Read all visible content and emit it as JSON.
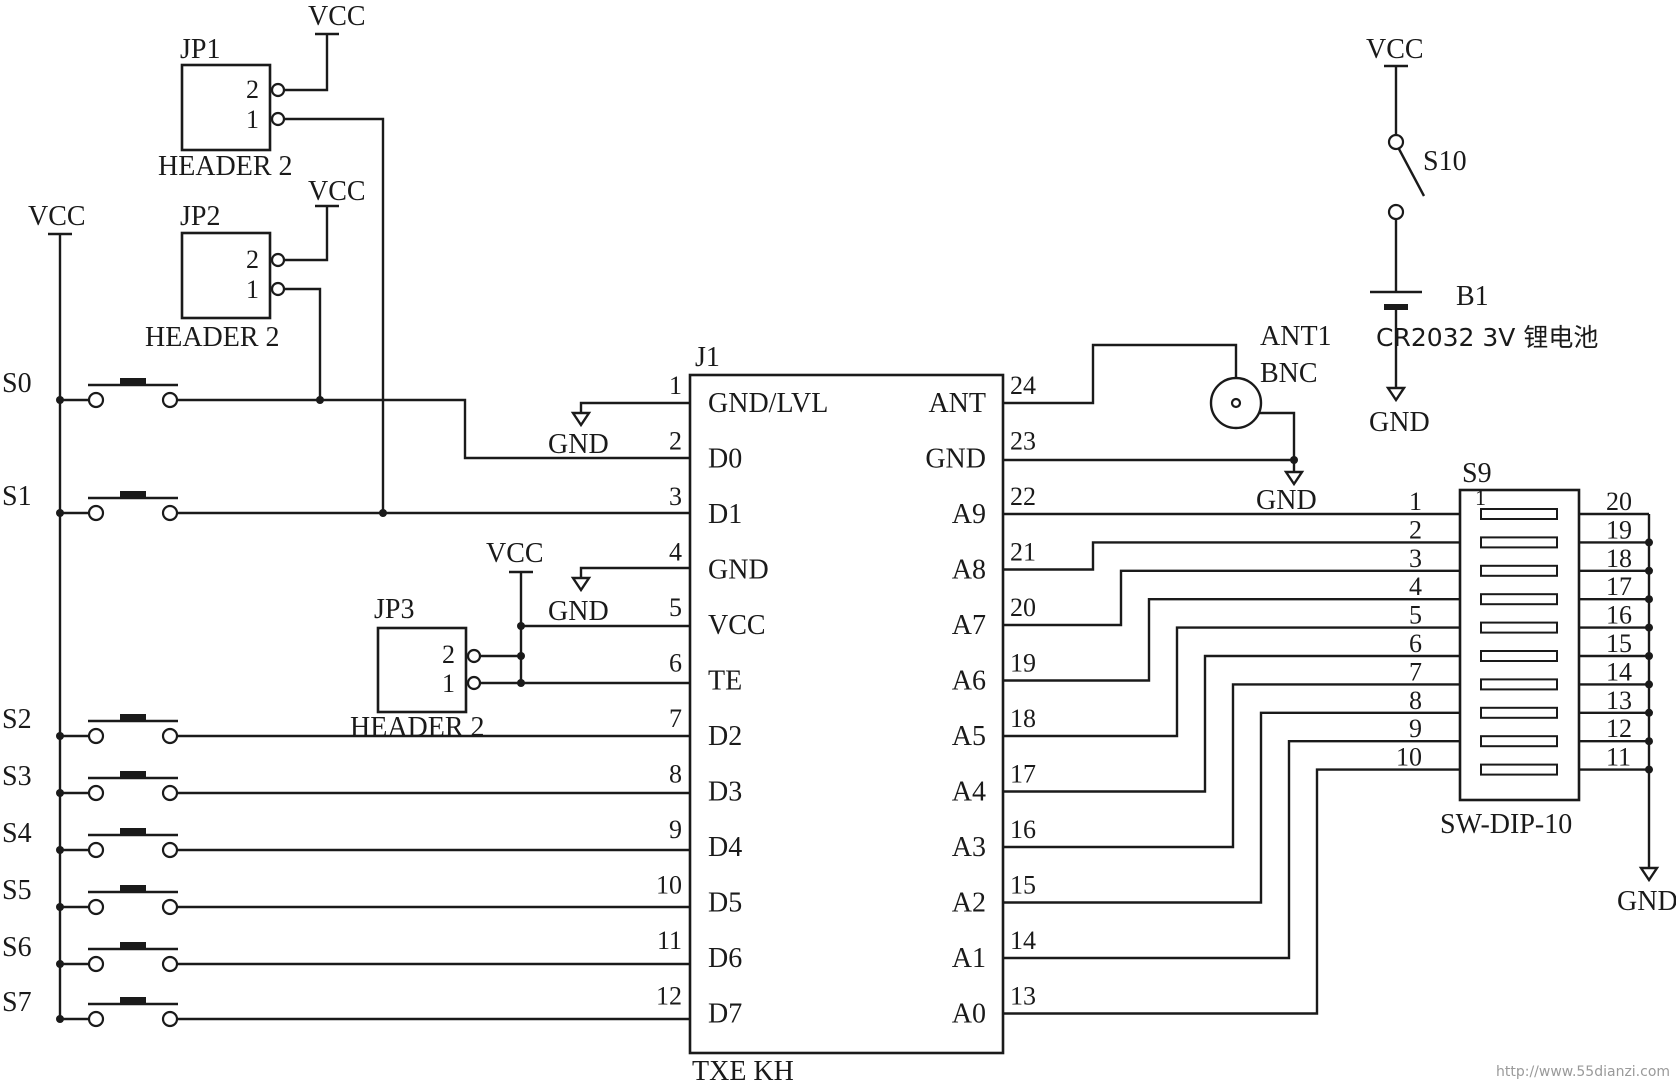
{
  "power": {
    "vcc": "VCC",
    "gnd": "GND"
  },
  "j1": {
    "ref": "J1",
    "part": "TXE  KH",
    "left_pins": [
      {
        "num": "1",
        "name": "GND/LVL"
      },
      {
        "num": "2",
        "name": "D0"
      },
      {
        "num": "3",
        "name": "D1"
      },
      {
        "num": "4",
        "name": "GND"
      },
      {
        "num": "5",
        "name": "VCC"
      },
      {
        "num": "6",
        "name": "TE"
      },
      {
        "num": "7",
        "name": "D2"
      },
      {
        "num": "8",
        "name": "D3"
      },
      {
        "num": "9",
        "name": "D4"
      },
      {
        "num": "10",
        "name": "D5"
      },
      {
        "num": "11",
        "name": "D6"
      },
      {
        "num": "12",
        "name": "D7"
      }
    ],
    "right_pins": [
      {
        "num": "24",
        "name": "ANT"
      },
      {
        "num": "23",
        "name": "GND"
      },
      {
        "num": "22",
        "name": "A9"
      },
      {
        "num": "21",
        "name": "A8"
      },
      {
        "num": "20",
        "name": "A7"
      },
      {
        "num": "19",
        "name": "A6"
      },
      {
        "num": "18",
        "name": "A5"
      },
      {
        "num": "17",
        "name": "A4"
      },
      {
        "num": "16",
        "name": "A3"
      },
      {
        "num": "15",
        "name": "A2"
      },
      {
        "num": "14",
        "name": "A1"
      },
      {
        "num": "13",
        "name": "A0"
      }
    ]
  },
  "headers": {
    "jp1": "JP1",
    "jp2": "JP2",
    "jp3": "JP3",
    "type": "HEADER 2",
    "pin1": "1",
    "pin2": "2"
  },
  "switches": [
    "S0",
    "S1",
    "S2",
    "S3",
    "S4",
    "S5",
    "S6",
    "S7"
  ],
  "antenna": {
    "ref": "ANT1",
    "type": "BNC"
  },
  "battery": {
    "switch": "S10",
    "ref": "B1",
    "value": "CR2032 3V 锂电池"
  },
  "dip": {
    "ref": "S9",
    "part": "SW-DIP-10",
    "marker": "1",
    "left_nums": [
      "1",
      "2",
      "3",
      "4",
      "5",
      "6",
      "7",
      "8",
      "9",
      "10"
    ],
    "right_nums": [
      "20",
      "19",
      "18",
      "17",
      "16",
      "15",
      "14",
      "13",
      "12",
      "11"
    ]
  },
  "watermark": "http://www.55dianzi.com"
}
